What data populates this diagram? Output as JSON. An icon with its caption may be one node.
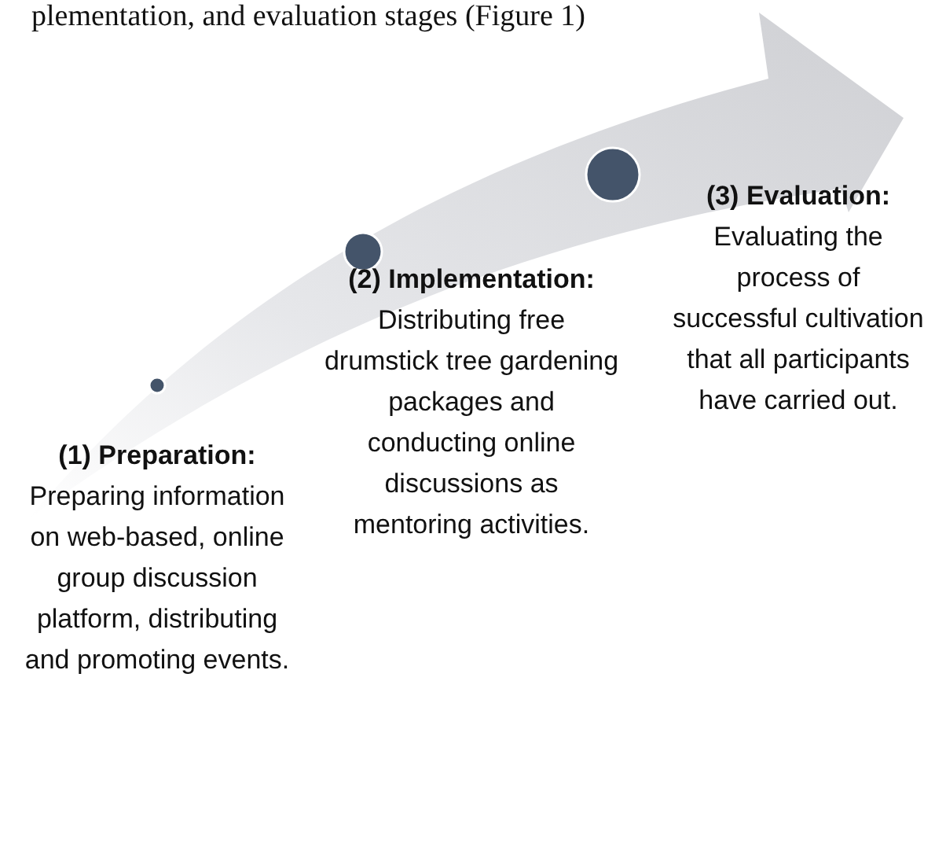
{
  "diagram": {
    "nodes": [
      {
        "text": [
          "(1) Preparation:",
          "Preparing information on web-based, online group discussion platform, distributing and promoting events."
        ]
      },
      {
        "text": [
          "(2) Implementation:",
          "Distributing free drumstick tree gardening packages and conducting online discussions as mentoring activities."
        ]
      },
      {
        "text": [
          "(3) Evaluation:",
          "Evaluating the process of successful cultivation that all participants have carried out."
        ]
      }
    ],
    "labels": [
      "plementation, and evaluation stages (Figure 1)"
    ]
  }
}
